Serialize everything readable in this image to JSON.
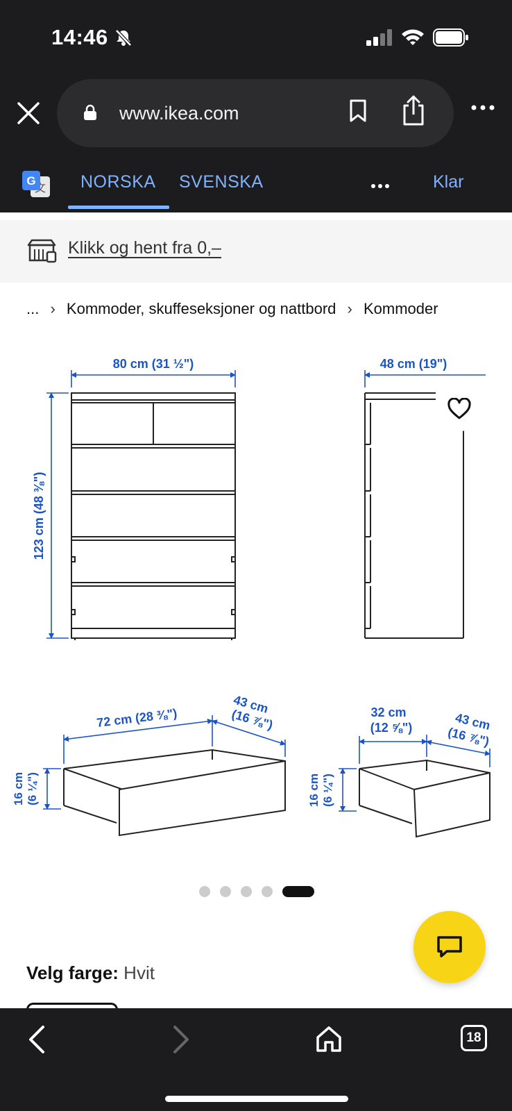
{
  "status_bar": {
    "time": "14:46",
    "icons": [
      "bell-slash-icon",
      "signal-icon",
      "wifi-icon",
      "battery-icon"
    ]
  },
  "browser": {
    "url": "www.ikea.com",
    "icons": [
      "close-icon",
      "lock-icon",
      "bookmark-icon",
      "share-icon",
      "more-icon"
    ]
  },
  "translate_bar": {
    "tabs": [
      "NORSKA",
      "SVENSKA"
    ],
    "active_tab": "NORSKA",
    "done_label": "Klar",
    "icons": [
      "google-translate-icon",
      "more-icon"
    ]
  },
  "promo": {
    "text": "Klikk og hent fra 0,–",
    "icon": "click-collect-store-icon"
  },
  "breadcrumb": {
    "ellipsis": "...",
    "items": [
      "Kommoder, skuffeseksjoner og nattbord",
      "Kommoder"
    ]
  },
  "product_image": {
    "dimension_labels": {
      "width_front": "80 cm (31 ½\")",
      "height_front": "123 cm (48 ⅜\")",
      "depth_side": "48 cm (19\")",
      "large_drawer_width": "72 cm (28 ⅜\")",
      "large_drawer_depth_line1": "43 cm",
      "large_drawer_depth_line2": "(16 ⅞\")",
      "large_drawer_height_line1": "16 cm",
      "large_drawer_height_line2": "(6 ¼\")",
      "small_drawer_width_line1": "32 cm",
      "small_drawer_width_line2": "(12 ⅝\")",
      "small_drawer_depth_line1": "43 cm",
      "small_drawer_depth_line2": "(16 ⅞\")",
      "small_drawer_height_line1": "16 cm",
      "small_drawer_height_line2": "(6 ¼\")"
    },
    "carousel": {
      "total": 5,
      "active_index": 4
    },
    "accent_color": "#1b55c4"
  },
  "color_selector": {
    "label": "Velg farge:",
    "value": "Hvit"
  },
  "chat": {
    "icon": "chat-icon",
    "color": "#f8d416"
  },
  "bottom_nav": {
    "tab_count": "18",
    "icons": [
      "back-icon",
      "forward-icon",
      "home-icon",
      "tabs-icon"
    ]
  }
}
